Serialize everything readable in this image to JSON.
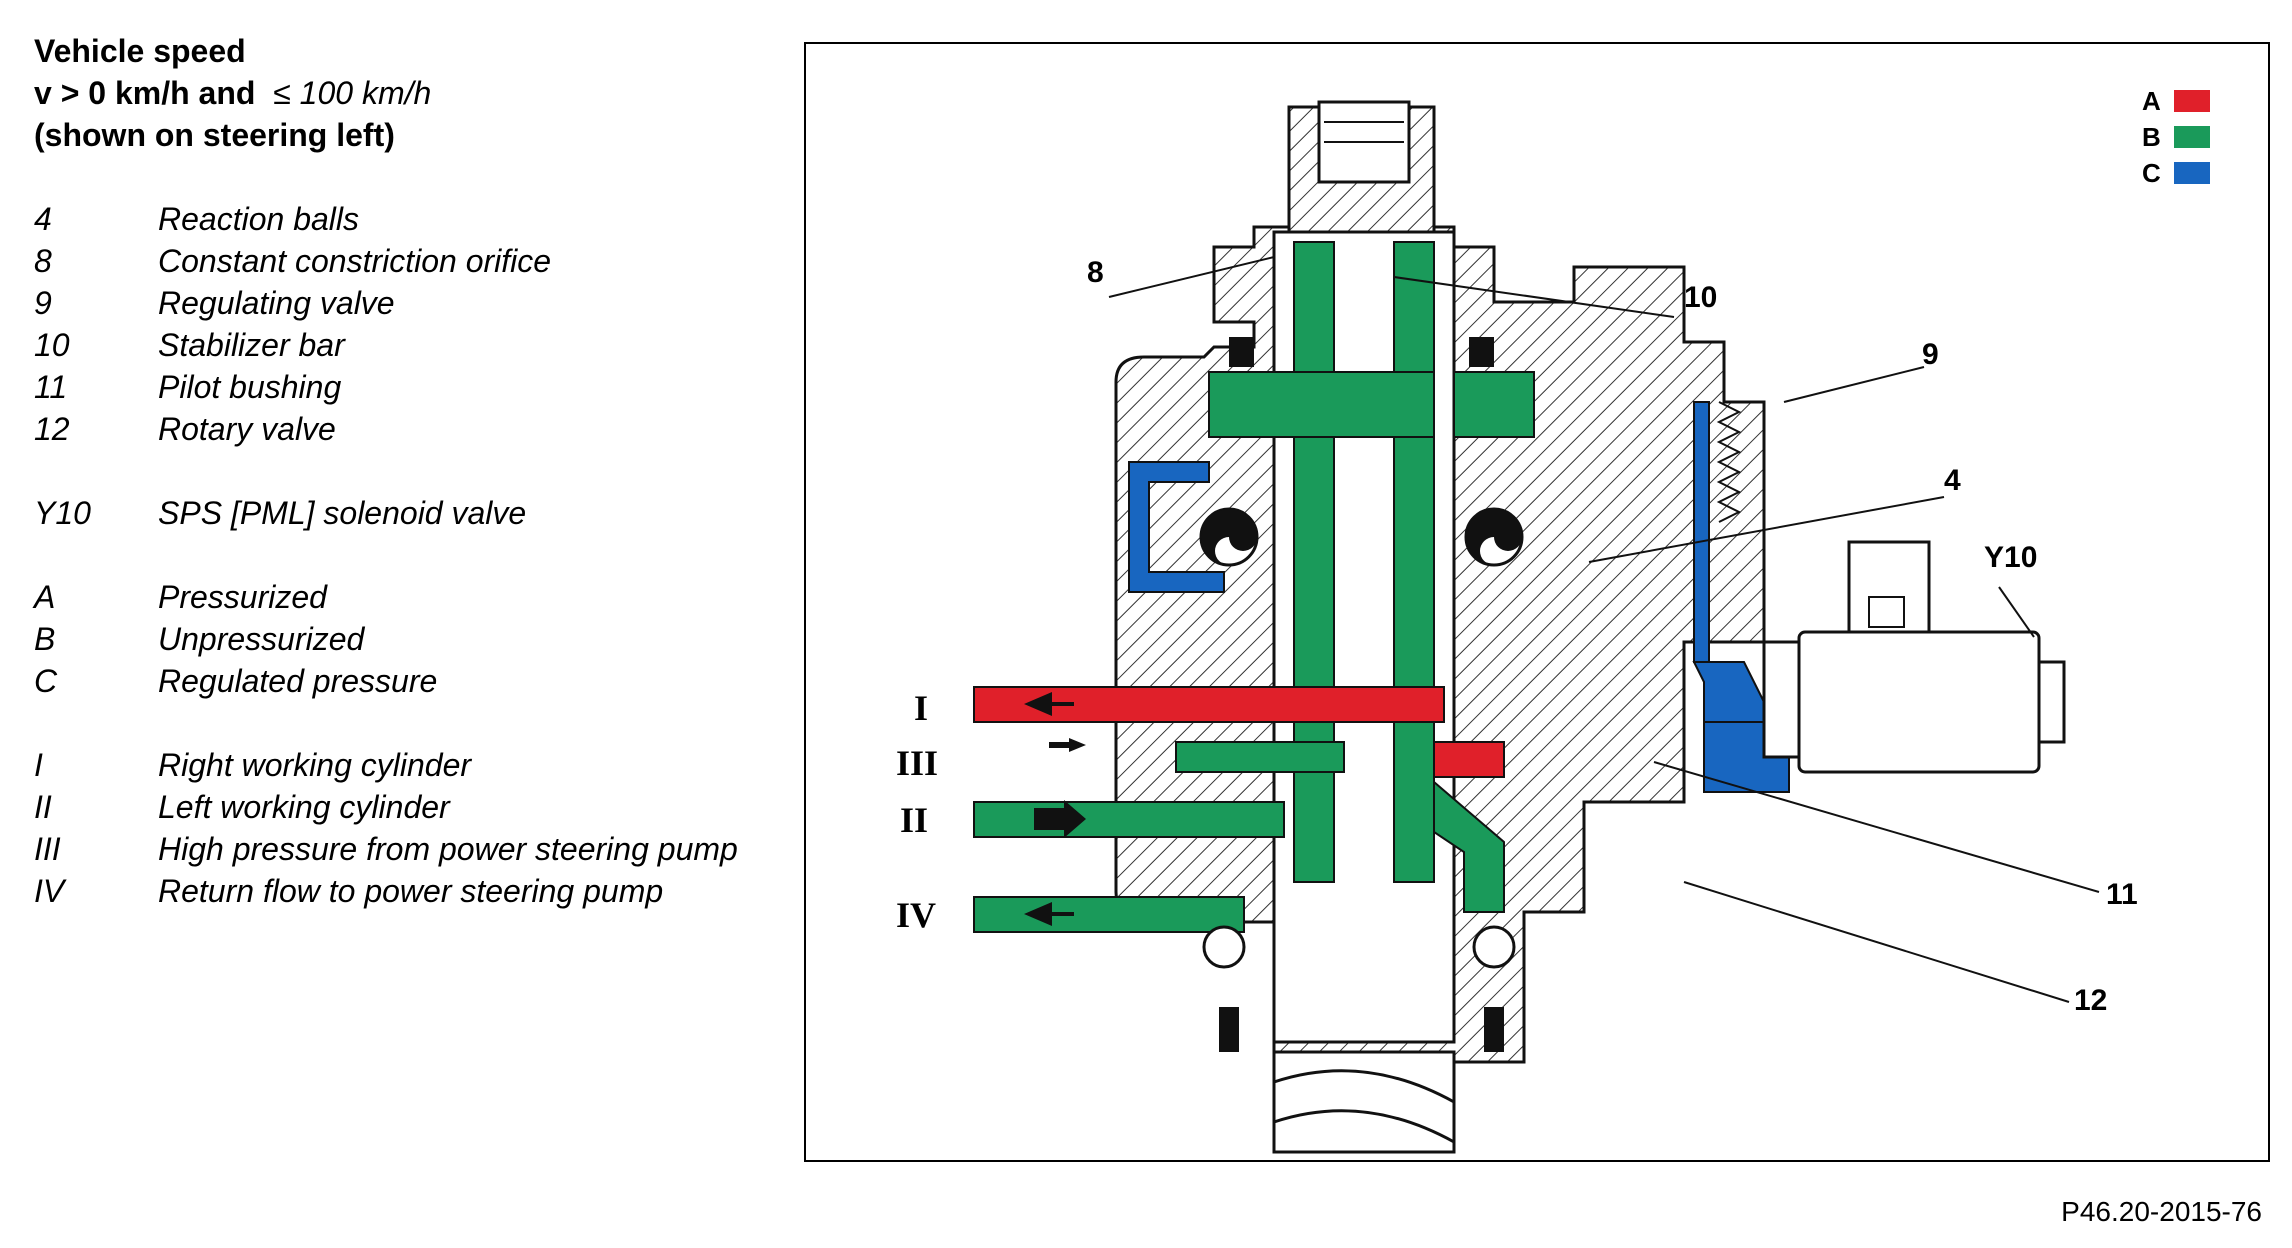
{
  "header": {
    "line1": "Vehicle speed",
    "line2_prefix": "v > 0 km/h and",
    "line2_suffix": "≤ 100 km/h",
    "line3": "(shown on steering left)"
  },
  "legend_groups": [
    [
      {
        "key": "4",
        "label": "Reaction balls"
      },
      {
        "key": "8",
        "label": "Constant constriction orifice"
      },
      {
        "key": "9",
        "label": "Regulating valve"
      },
      {
        "key": "10",
        "label": "Stabilizer bar"
      },
      {
        "key": "11",
        "label": "Pilot bushing"
      },
      {
        "key": "12",
        "label": "Rotary valve"
      }
    ],
    [
      {
        "key": "Y10",
        "label": "SPS [PML] solenoid valve"
      }
    ],
    [
      {
        "key": "A",
        "label": "Pressurized"
      },
      {
        "key": "B",
        "label": "Unpressurized"
      },
      {
        "key": "C",
        "label": "Regulated pressure"
      }
    ],
    [
      {
        "key": "I",
        "label": "Right working cylinder"
      },
      {
        "key": "II",
        "label": "Left working cylinder"
      },
      {
        "key": "III",
        "label": "High pressure from power steering pump"
      },
      {
        "key": "IV",
        "label": "Return flow to power steering pump"
      }
    ]
  ],
  "color_key": [
    {
      "key": "A",
      "color": "#e0202a"
    },
    {
      "key": "B",
      "color": "#1a9a5a"
    },
    {
      "key": "C",
      "color": "#1866c0"
    }
  ],
  "diagram": {
    "callouts": [
      "10",
      "8",
      "9",
      "4",
      "Y10",
      "11",
      "12"
    ],
    "port_labels": [
      "I",
      "III",
      "II",
      "IV"
    ]
  },
  "figure_ref": "P46.20-2015-76"
}
